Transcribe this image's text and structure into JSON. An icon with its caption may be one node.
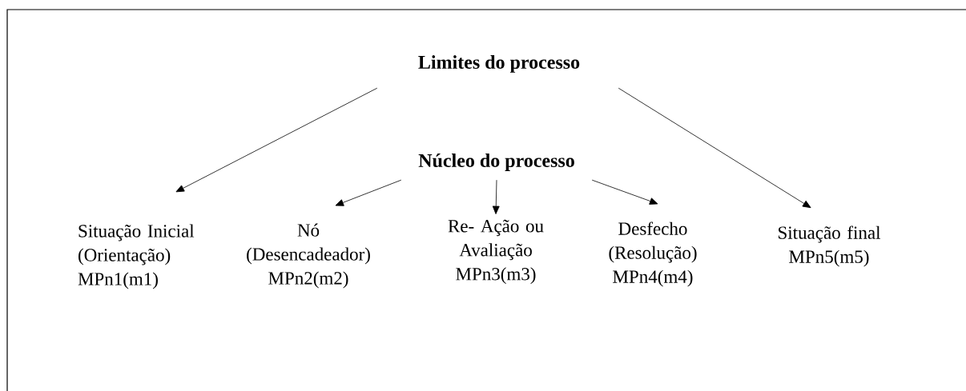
{
  "diagram": {
    "nodes": [
      {
        "text": [
          "Limites do processo"
        ]
      },
      {
        "text": [
          "Núcleo do processo"
        ]
      },
      {
        "text": [
          "Situação Inicial (Orientação) MPn1(m1)"
        ]
      },
      {
        "text": [
          "Nó (Desencadeador) MPn2(m2)"
        ]
      },
      {
        "text": [
          "Re- Ação ou Avaliação MPn3(m3)"
        ]
      },
      {
        "text": [
          "Desfecho (Resolução) MPn4(m4)"
        ]
      },
      {
        "text": [
          "Situação final MPn5(m5)"
        ]
      }
    ],
    "edges": [
      {
        "from": 0,
        "to": 2,
        "arrow": "to"
      },
      {
        "from": 0,
        "to": 6,
        "arrow": "to"
      },
      {
        "from": 1,
        "to": 3,
        "arrow": "to"
      },
      {
        "from": 1,
        "to": 4,
        "arrow": "to"
      },
      {
        "from": 1,
        "to": 5,
        "arrow": "to"
      }
    ]
  }
}
